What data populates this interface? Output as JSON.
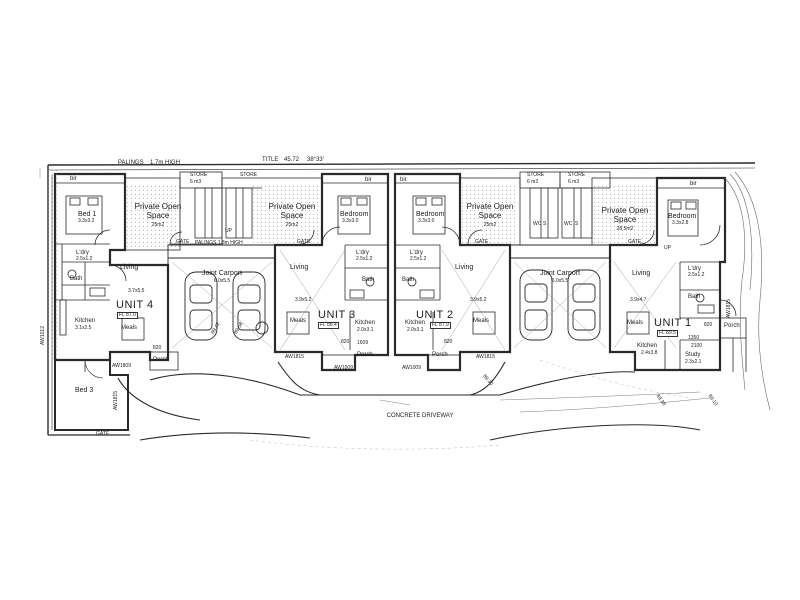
{
  "boundary": {
    "title": "TITLE",
    "title_dim": "45.72",
    "title_bearing": "38°33'",
    "palings_1": "PALINGS",
    "palings_1_height": "1.7m HIGH",
    "palings_2": "PALINGS 1.8m HIGH",
    "concrete_driveway": "CONCRETE DRIVEWAY",
    "gate": "GATE",
    "bearings": [
      "89.42",
      "89.38",
      "89.10",
      "89.30",
      "89.58"
    ]
  },
  "unit4": {
    "name": "UNIT 4",
    "fl": "FL",
    "fl_value": "87.0",
    "bed1": "Bed 1",
    "bed1_dim": "3.3x3.2",
    "bir": "bir",
    "laundry": "L'dry",
    "laundry_dim": "2.5x1.2",
    "bath": "Bath",
    "living": "Living",
    "living_dim": "3.7x5.5",
    "meals": "Meals",
    "kitchen": "Kitchen",
    "kitchen_dim": "3.1x2.5",
    "porch": "Porch",
    "window_1": "AW1012",
    "window_2": "AW1815",
    "window_3": "AW1809",
    "bed3": "Bed 3"
  },
  "unit3": {
    "name": "UNIT 3",
    "fl": "FL",
    "fl_value": "88.4",
    "bedroom": "Bedroom",
    "bedroom_dim": "3.3x3.0",
    "bir": "bir",
    "laundry": "L'dry",
    "laundry_dim": "2.5x1.2",
    "bath": "Bath",
    "living": "Living",
    "living_dim": "3.9x5.2",
    "meals": "Meals",
    "kitchen": "Kitchen",
    "kitchen_dim": "2.0x3.1",
    "porch": "Porch",
    "window_1": "AW1815",
    "window_2": "AW1009"
  },
  "unit2": {
    "name": "UNIT 2",
    "fl": "FL",
    "fl_value": "87.9",
    "bedroom": "Bedroom",
    "bedroom_dim": "3.3x3.0",
    "bir": "bir",
    "laundry": "L'dry",
    "laundry_dim": "2.5x1.2",
    "bath": "Bath",
    "living": "Living",
    "living_dim": "3.9x5.2",
    "meals": "Meals",
    "kitchen": "Kitchen",
    "kitchen_dim": "2.0x3.1",
    "porch": "Porch",
    "window_1": "AW1009",
    "window_2": "AW1815"
  },
  "unit1": {
    "name": "UNIT 1",
    "fl": "FL",
    "fl_value": "89.5",
    "bedroom": "Bedroom",
    "bedroom_dim": "3.3x2.8",
    "bir": "bir",
    "laundry": "L'dry",
    "laundry_dim": "2.5x1.2",
    "bath": "Bath",
    "living": "Living",
    "living_dim": "3.9x4.7",
    "meals": "Meals",
    "kitchen": "Kitchen",
    "kitchen_dim": "2.4x3.8",
    "study": "Study",
    "study_dim": "2.3x2.1",
    "porch": "Porch",
    "window_1": "AW1815"
  },
  "shared": {
    "pos": "Private Open Space",
    "pos_line1": "Private Open",
    "pos_line2": "Space",
    "pos_area_1": "25m2",
    "pos_area_2": "25m2",
    "pos_area_3": "25m2",
    "pos_area_4": "28.5m2",
    "store": "STORE",
    "store_size": "6 m3",
    "joint_carport": "Joint Carport",
    "carport_1_dim": "6.0x5.5",
    "carport_2_dim": "6.0x5.5",
    "gate": "GATE",
    "m820": "820",
    "m1350": "1350",
    "m1609": "1609",
    "m2100": "2100",
    "up": "UP",
    "wc": "WC",
    "s": "S"
  }
}
